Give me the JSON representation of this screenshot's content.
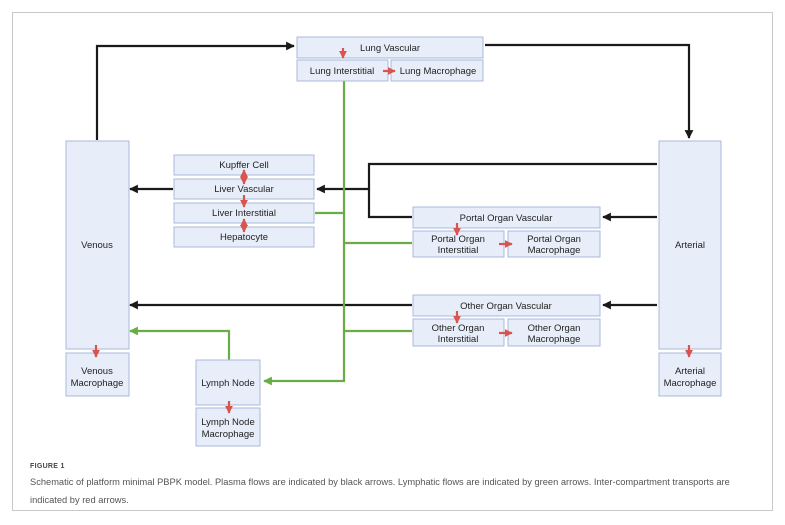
{
  "figure": {
    "label": "FIGURE 1",
    "caption": "Schematic of platform minimal PBPK model. Plasma flows are indicated by black arrows. Lymphatic flows are indicated by green arrows. Inter-compartment transports are indicated by red arrows."
  },
  "nodes": {
    "lung_vascular": "Lung Vascular",
    "lung_interstitial": "Lung Interstitial",
    "lung_macrophage": "Lung Macrophage",
    "venous": "Venous",
    "venous_macrophage_1": "Venous",
    "venous_macrophage_2": "Macrophage",
    "arterial": "Arterial",
    "arterial_macrophage_1": "Arterial",
    "arterial_macrophage_2": "Macrophage",
    "kupffer_cell": "Kupffer Cell",
    "liver_vascular": "Liver Vascular",
    "liver_interstitial": "Liver Interstitial",
    "hepatocyte": "Hepatocyte",
    "portal_vascular": "Portal Organ Vascular",
    "portal_interstitial_1": "Portal Organ",
    "portal_interstitial_2": "Interstitial",
    "portal_macrophage_1": "Portal Organ",
    "portal_macrophage_2": "Macrophage",
    "other_vascular": "Other Organ Vascular",
    "other_interstitial_1": "Other Organ",
    "other_interstitial_2": "Interstitial",
    "other_macrophage_1": "Other Organ",
    "other_macrophage_2": "Macrophage",
    "lymph_node": "Lymph Node",
    "lymph_macrophage_1": "Lymph Node",
    "lymph_macrophage_2": "Macrophage"
  },
  "colors": {
    "box_fill": "#e8eef9",
    "box_stroke": "#a8b8dc",
    "plasma_flow": "#1a1a1a",
    "lymph_flow": "#6aac45",
    "transport": "#d9534f"
  }
}
